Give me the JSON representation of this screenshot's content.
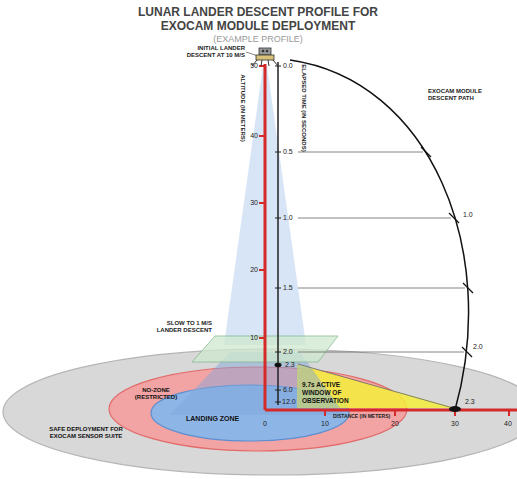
{
  "diagram": {
    "title": "LUNAR LANDER DESCENT PROFILE FOR EXOCAM MODULE DEPLOYMENT",
    "nodes": [
      {
        "text": [
          "SAFE DEPLOYMENT FOR EXOCAM SENSOR SUITE"
        ]
      },
      {
        "text": [
          "NO-ZONE (RESTRICTED)"
        ],
        "in": 0
      },
      {
        "text": [
          "LANDING ZONE"
        ],
        "in": 1
      },
      {
        "text": [
          "9.7s ACTIVE WINDOW OF OBSERVATION"
        ]
      }
    ],
    "labels": [
      "(EXAMPLE PROFILE)",
      "INITIAL LANDER DESCENT AT 10 M/S",
      "ALTITUDE (IN METERS)",
      "50",
      "40",
      "30",
      "20",
      "10",
      "ELAPSED TIME (IN SECONDS)",
      "0.0",
      "0.5",
      "1.0",
      "1.5",
      "2.0",
      "2.3",
      "6.0",
      "12.0",
      "EXOCAM MODULE DESCENT PATH",
      "1.0",
      "2.0",
      "2.3",
      "SLOW TO 1 M/S LANDER DESCENT",
      "DISTANCE (IN METERS)",
      "0",
      "10",
      "20",
      "30",
      "40"
    ]
  }
}
